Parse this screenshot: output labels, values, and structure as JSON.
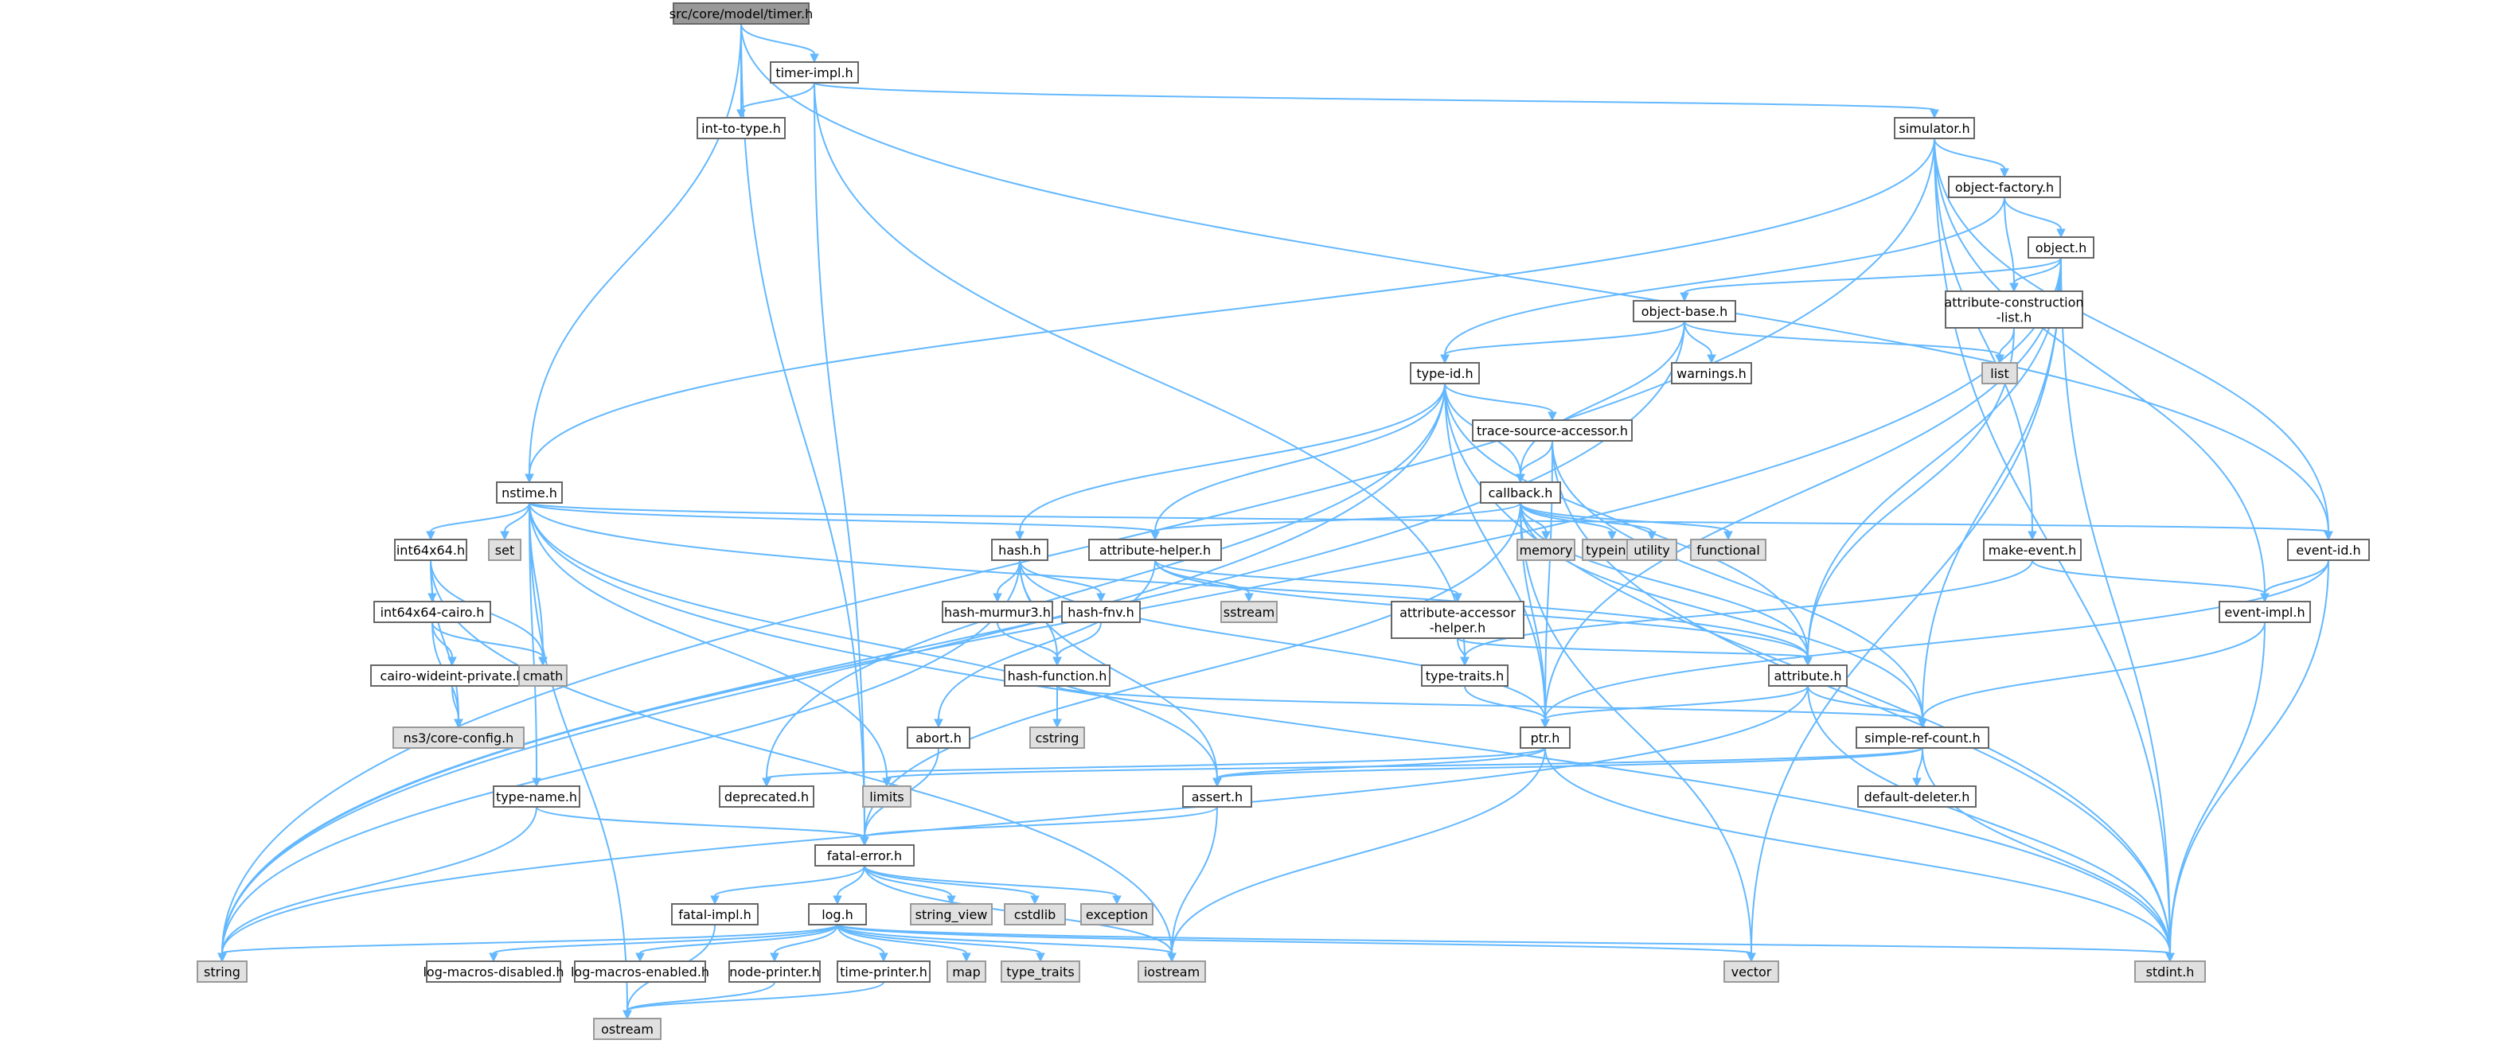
{
  "title": "src/core/model/timer.h",
  "nodes": [
    {
      "id": "timer_h",
      "label": "src/core/model/timer.h",
      "kind": "root"
    },
    {
      "id": "timer_impl_h",
      "label": "timer-impl.h",
      "kind": "local"
    },
    {
      "id": "int_to_type_h",
      "label": "int-to-type.h",
      "kind": "local"
    },
    {
      "id": "simulator_h",
      "label": "simulator.h",
      "kind": "local"
    },
    {
      "id": "object_factory_h",
      "label": "object-factory.h",
      "kind": "local"
    },
    {
      "id": "object_h",
      "label": "object.h",
      "kind": "local"
    },
    {
      "id": "attr_construction_list_h",
      "label": "attribute-construction\n-list.h",
      "kind": "local"
    },
    {
      "id": "object_base_h",
      "label": "object-base.h",
      "kind": "local"
    },
    {
      "id": "warnings_h",
      "label": "warnings.h",
      "kind": "local"
    },
    {
      "id": "list",
      "label": "list",
      "kind": "system"
    },
    {
      "id": "type_id_h",
      "label": "type-id.h",
      "kind": "local"
    },
    {
      "id": "trace_source_accessor_h",
      "label": "trace-source-accessor.h",
      "kind": "local"
    },
    {
      "id": "nstime_h",
      "label": "nstime.h",
      "kind": "local"
    },
    {
      "id": "callback_h",
      "label": "callback.h",
      "kind": "local"
    },
    {
      "id": "make_event_h",
      "label": "make-event.h",
      "kind": "local"
    },
    {
      "id": "event_id_h",
      "label": "event-id.h",
      "kind": "local"
    },
    {
      "id": "int64x64_h",
      "label": "int64x64.h",
      "kind": "local"
    },
    {
      "id": "set",
      "label": "set",
      "kind": "system"
    },
    {
      "id": "hash_h",
      "label": "hash.h",
      "kind": "local"
    },
    {
      "id": "attribute_helper_h",
      "label": "attribute-helper.h",
      "kind": "local"
    },
    {
      "id": "memory",
      "label": "memory",
      "kind": "system"
    },
    {
      "id": "typeinfo",
      "label": "typeinfo",
      "kind": "system"
    },
    {
      "id": "utility",
      "label": "utility",
      "kind": "system"
    },
    {
      "id": "functional",
      "label": "functional",
      "kind": "system"
    },
    {
      "id": "event_impl_h",
      "label": "event-impl.h",
      "kind": "local"
    },
    {
      "id": "int64x64_cairo_h",
      "label": "int64x64-cairo.h",
      "kind": "local"
    },
    {
      "id": "hash_murmur3_h",
      "label": "hash-murmur3.h",
      "kind": "local"
    },
    {
      "id": "hash_fnv_h",
      "label": "hash-fnv.h",
      "kind": "local"
    },
    {
      "id": "sstream",
      "label": "sstream",
      "kind": "system"
    },
    {
      "id": "attribute_accessor_helper_h",
      "label": "attribute-accessor\n-helper.h",
      "kind": "local"
    },
    {
      "id": "cairo_wideint_private_h",
      "label": "cairo-wideint-private.h",
      "kind": "local"
    },
    {
      "id": "cmath",
      "label": "cmath",
      "kind": "system"
    },
    {
      "id": "hash_function_h",
      "label": "hash-function.h",
      "kind": "local"
    },
    {
      "id": "type_traits_h",
      "label": "type-traits.h",
      "kind": "local"
    },
    {
      "id": "attribute_h",
      "label": "attribute.h",
      "kind": "local"
    },
    {
      "id": "ns3_core_config_h",
      "label": "ns3/core-config.h",
      "kind": "system"
    },
    {
      "id": "cstring",
      "label": "cstring",
      "kind": "system"
    },
    {
      "id": "abort_h",
      "label": "abort.h",
      "kind": "local"
    },
    {
      "id": "ptr_h",
      "label": "ptr.h",
      "kind": "local"
    },
    {
      "id": "simple_ref_count_h",
      "label": "simple-ref-count.h",
      "kind": "local"
    },
    {
      "id": "type_name_h",
      "label": "type-name.h",
      "kind": "local"
    },
    {
      "id": "deprecated_h",
      "label": "deprecated.h",
      "kind": "local"
    },
    {
      "id": "limits",
      "label": "limits",
      "kind": "system"
    },
    {
      "id": "assert_h",
      "label": "assert.h",
      "kind": "local"
    },
    {
      "id": "default_deleter_h",
      "label": "default-deleter.h",
      "kind": "local"
    },
    {
      "id": "fatal_error_h",
      "label": "fatal-error.h",
      "kind": "local"
    },
    {
      "id": "fatal_impl_h",
      "label": "fatal-impl.h",
      "kind": "local"
    },
    {
      "id": "string_view",
      "label": "string_view",
      "kind": "system"
    },
    {
      "id": "cstdlib",
      "label": "cstdlib",
      "kind": "system"
    },
    {
      "id": "exception",
      "label": "exception",
      "kind": "system"
    },
    {
      "id": "log_h",
      "label": "log.h",
      "kind": "local"
    },
    {
      "id": "string",
      "label": "string",
      "kind": "system"
    },
    {
      "id": "log_macros_disabled_h",
      "label": "log-macros-disabled.h",
      "kind": "local"
    },
    {
      "id": "log_macros_enabled_h",
      "label": "log-macros-enabled.h",
      "kind": "local"
    },
    {
      "id": "node_printer_h",
      "label": "node-printer.h",
      "kind": "local"
    },
    {
      "id": "time_printer_h",
      "label": "time-printer.h",
      "kind": "local"
    },
    {
      "id": "map",
      "label": "map",
      "kind": "system"
    },
    {
      "id": "type_traits",
      "label": "type_traits",
      "kind": "system"
    },
    {
      "id": "iostream",
      "label": "iostream",
      "kind": "system"
    },
    {
      "id": "vector",
      "label": "vector",
      "kind": "system"
    },
    {
      "id": "stdint_h",
      "label": "stdint.h",
      "kind": "system"
    },
    {
      "id": "ostream",
      "label": "ostream",
      "kind": "system"
    }
  ],
  "edges": [
    [
      "timer_h",
      "timer_impl_h"
    ],
    [
      "timer_h",
      "int_to_type_h"
    ],
    [
      "timer_h",
      "nstime_h"
    ],
    [
      "timer_h",
      "fatal_error_h"
    ],
    [
      "timer_h",
      "event_id_h"
    ],
    [
      "timer_impl_h",
      "int_to_type_h"
    ],
    [
      "timer_impl_h",
      "simulator_h"
    ],
    [
      "timer_impl_h",
      "fatal_error_h"
    ],
    [
      "timer_impl_h",
      "type_traits_h"
    ],
    [
      "simulator_h",
      "object_factory_h"
    ],
    [
      "simulator_h",
      "make_event_h"
    ],
    [
      "simulator_h",
      "event_id_h"
    ],
    [
      "simulator_h",
      "event_impl_h"
    ],
    [
      "simulator_h",
      "nstime_h"
    ],
    [
      "simulator_h",
      "string"
    ],
    [
      "simulator_h",
      "stdint_h"
    ],
    [
      "object_factory_h",
      "object_h"
    ],
    [
      "object_factory_h",
      "attr_construction_list_h"
    ],
    [
      "object_factory_h",
      "type_id_h"
    ],
    [
      "object_h",
      "object_base_h"
    ],
    [
      "object_h",
      "attr_construction_list_h"
    ],
    [
      "object_h",
      "attribute_h"
    ],
    [
      "object_h",
      "ptr_h"
    ],
    [
      "object_h",
      "simple_ref_count_h"
    ],
    [
      "object_h",
      "string"
    ],
    [
      "object_h",
      "vector"
    ],
    [
      "object_h",
      "stdint_h"
    ],
    [
      "attr_construction_list_h",
      "list"
    ],
    [
      "attr_construction_list_h",
      "attribute_h"
    ],
    [
      "object_base_h",
      "type_id_h"
    ],
    [
      "object_base_h",
      "warnings_h"
    ],
    [
      "object_base_h",
      "callback_h"
    ],
    [
      "object_base_h",
      "list"
    ],
    [
      "object_base_h",
      "string"
    ],
    [
      "type_id_h",
      "trace_source_accessor_h"
    ],
    [
      "type_id_h",
      "callback_h"
    ],
    [
      "type_id_h",
      "attribute_h"
    ],
    [
      "type_id_h",
      "attribute_helper_h"
    ],
    [
      "type_id_h",
      "hash_h"
    ],
    [
      "type_id_h",
      "deprecated_h"
    ],
    [
      "type_id_h",
      "ptr_h"
    ],
    [
      "type_id_h",
      "string"
    ],
    [
      "type_id_h",
      "stdint_h"
    ],
    [
      "trace_source_accessor_h",
      "callback_h"
    ],
    [
      "trace_source_accessor_h",
      "ptr_h"
    ],
    [
      "trace_source_accessor_h",
      "simple_ref_count_h"
    ],
    [
      "trace_source_accessor_h",
      "stdint_h"
    ],
    [
      "nstime_h",
      "int64x64_h"
    ],
    [
      "nstime_h",
      "set"
    ],
    [
      "nstime_h",
      "attribute_h"
    ],
    [
      "nstime_h",
      "attribute_helper_h"
    ],
    [
      "nstime_h",
      "event_id_h"
    ],
    [
      "nstime_h",
      "type_name_h"
    ],
    [
      "nstime_h",
      "assert_h"
    ],
    [
      "nstime_h",
      "limits"
    ],
    [
      "nstime_h",
      "cmath"
    ],
    [
      "nstime_h",
      "ostream"
    ],
    [
      "nstime_h",
      "stdint_h"
    ],
    [
      "callback_h",
      "attribute_h"
    ],
    [
      "callback_h",
      "attribute_helper_h"
    ],
    [
      "callback_h",
      "fatal_error_h"
    ],
    [
      "callback_h",
      "ptr_h"
    ],
    [
      "callback_h",
      "simple_ref_count_h"
    ],
    [
      "callback_h",
      "memory"
    ],
    [
      "callback_h",
      "typeinfo"
    ],
    [
      "callback_h",
      "utility"
    ],
    [
      "callback_h",
      "functional"
    ],
    [
      "callback_h",
      "vector"
    ],
    [
      "make_event_h",
      "event_impl_h"
    ],
    [
      "make_event_h",
      "type_traits_h"
    ],
    [
      "event_id_h",
      "event_impl_h"
    ],
    [
      "event_id_h",
      "ptr_h"
    ],
    [
      "event_id_h",
      "stdint_h"
    ],
    [
      "event_impl_h",
      "simple_ref_count_h"
    ],
    [
      "event_impl_h",
      "stdint_h"
    ],
    [
      "int64x64_h",
      "int64x64_cairo_h"
    ],
    [
      "int64x64_h",
      "ns3_core_config_h"
    ],
    [
      "int64x64_h",
      "cmath"
    ],
    [
      "int64x64_h",
      "iostream"
    ],
    [
      "int64x64_cairo_h",
      "cairo_wideint_private_h"
    ],
    [
      "int64x64_cairo_h",
      "cmath"
    ],
    [
      "int64x64_cairo_h",
      "ns3_core_config_h"
    ],
    [
      "cairo_wideint_private_h",
      "ns3_core_config_h"
    ],
    [
      "hash_h",
      "hash_murmur3_h"
    ],
    [
      "hash_h",
      "hash_fnv_h"
    ],
    [
      "hash_h",
      "hash_function_h"
    ],
    [
      "hash_h",
      "assert_h"
    ],
    [
      "hash_h",
      "ptr_h"
    ],
    [
      "hash_h",
      "string"
    ],
    [
      "attribute_helper_h",
      "attribute_accessor_helper_h"
    ],
    [
      "attribute_helper_h",
      "abort_h"
    ],
    [
      "attribute_helper_h",
      "attribute_h"
    ],
    [
      "attribute_helper_h",
      "sstream"
    ],
    [
      "hash_murmur3_h",
      "hash_function_h"
    ],
    [
      "hash_fnv_h",
      "hash_function_h"
    ],
    [
      "hash_function_h",
      "cstring"
    ],
    [
      "hash_function_h",
      "simple_ref_count_h"
    ],
    [
      "attribute_accessor_helper_h",
      "attribute_h"
    ],
    [
      "attribute_accessor_helper_h",
      "type_traits_h"
    ],
    [
      "type_traits_h",
      "ptr_h"
    ],
    [
      "attribute_h",
      "ptr_h"
    ],
    [
      "attribute_h",
      "simple_ref_count_h"
    ],
    [
      "attribute_h",
      "string"
    ],
    [
      "attribute_h",
      "stdint_h"
    ],
    [
      "abort_h",
      "fatal_error_h"
    ],
    [
      "ptr_h",
      "assert_h"
    ],
    [
      "ptr_h",
      "deprecated_h"
    ],
    [
      "ptr_h",
      "iostream"
    ],
    [
      "ptr_h",
      "stdint_h"
    ],
    [
      "simple_ref_count_h",
      "assert_h"
    ],
    [
      "simple_ref_count_h",
      "default_deleter_h"
    ],
    [
      "simple_ref_count_h",
      "limits"
    ],
    [
      "simple_ref_count_h",
      "stdint_h"
    ],
    [
      "type_name_h",
      "fatal_error_h"
    ],
    [
      "type_name_h",
      "string"
    ],
    [
      "assert_h",
      "fatal_error_h"
    ],
    [
      "assert_h",
      "iostream"
    ],
    [
      "fatal_error_h",
      "fatal_impl_h"
    ],
    [
      "fatal_error_h",
      "log_h"
    ],
    [
      "fatal_error_h",
      "string_view"
    ],
    [
      "fatal_error_h",
      "cstdlib"
    ],
    [
      "fatal_error_h",
      "exception"
    ],
    [
      "fatal_error_h",
      "iostream"
    ],
    [
      "fatal_impl_h",
      "ostream"
    ],
    [
      "log_h",
      "log_macros_disabled_h"
    ],
    [
      "log_h",
      "log_macros_enabled_h"
    ],
    [
      "log_h",
      "node_printer_h"
    ],
    [
      "log_h",
      "time_printer_h"
    ],
    [
      "log_h",
      "map"
    ],
    [
      "log_h",
      "type_traits"
    ],
    [
      "log_h",
      "iostream"
    ],
    [
      "log_h",
      "vector"
    ],
    [
      "log_h",
      "stdint_h"
    ],
    [
      "log_h",
      "string"
    ],
    [
      "node_printer_h",
      "ostream"
    ],
    [
      "time_printer_h",
      "ostream"
    ]
  ]
}
